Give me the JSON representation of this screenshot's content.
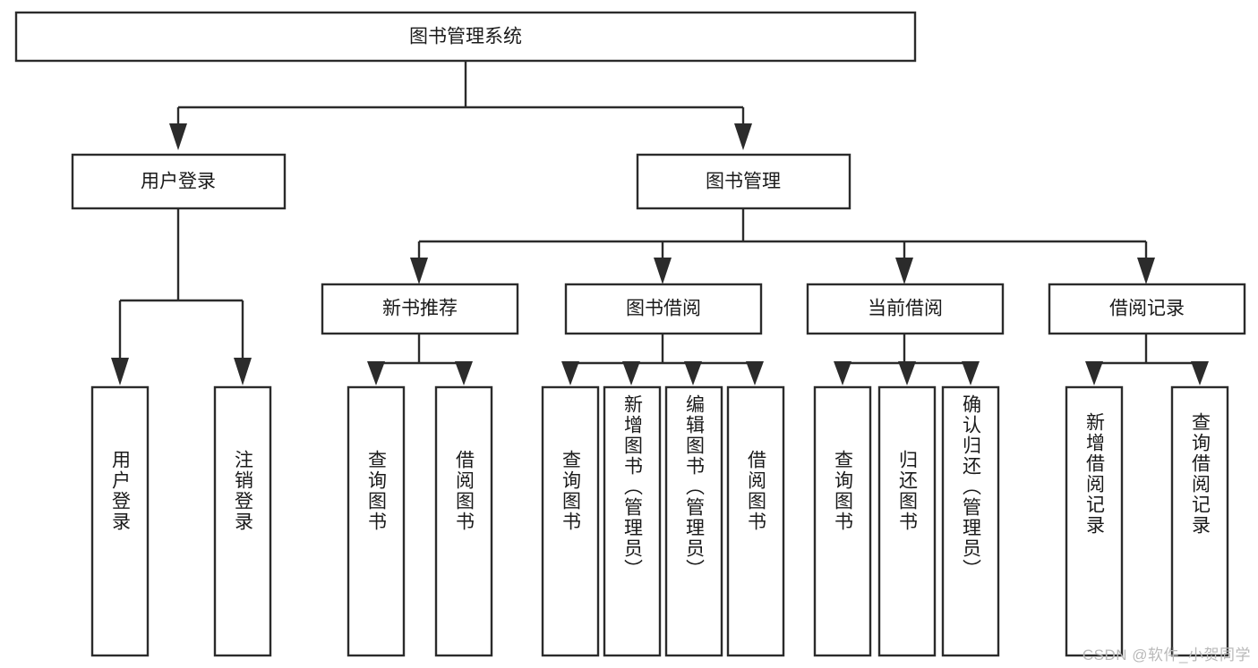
{
  "diagram": {
    "title": "图书管理系统",
    "type": "functional-decomposition-tree",
    "colors": {
      "stroke": "#2b2b2b",
      "box_fill": "#ffffff",
      "text": "#1a1a1a",
      "background": "#ffffff",
      "watermark": "#b9b9b9"
    },
    "root": {
      "label": "图书管理系统"
    },
    "level2": [
      {
        "label": "用户登录"
      },
      {
        "label": "图书管理"
      }
    ],
    "level3": [
      {
        "label": "新书推荐"
      },
      {
        "label": "图书借阅"
      },
      {
        "label": "当前借阅"
      },
      {
        "label": "借阅记录"
      }
    ],
    "leaves": {
      "user_login": [
        {
          "label": "用户登录"
        },
        {
          "label": "注销登录"
        }
      ],
      "new_book_recommend": [
        {
          "label": "查询图书"
        },
        {
          "label": "借阅图书"
        }
      ],
      "book_borrow": [
        {
          "label": "查询图书"
        },
        {
          "label": "新增图书（管理员）"
        },
        {
          "label": "编辑图书（管理员）"
        },
        {
          "label": "借阅图书"
        }
      ],
      "current_borrow": [
        {
          "label": "查询图书"
        },
        {
          "label": "归还图书"
        },
        {
          "label": "确认归还（管理员）"
        }
      ],
      "borrow_record": [
        {
          "label": "新增借阅记录"
        },
        {
          "label": "查询借阅记录"
        }
      ]
    }
  },
  "watermark": {
    "text": "CSDN @软件_小贺同学"
  }
}
